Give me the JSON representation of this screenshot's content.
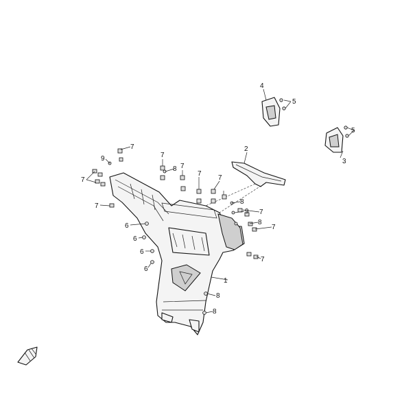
{
  "diagram": {
    "callouts": {
      "c1": "1",
      "c2": "2",
      "c3": "3",
      "c4": "4",
      "c5a": "5",
      "c5b": "5",
      "c6a": "6",
      "c6b": "6",
      "c6c": "6",
      "c6d": "6",
      "c7a": "7",
      "c7b": "7",
      "c7c": "7",
      "c7d": "7",
      "c7e": "7",
      "c7f": "7",
      "c7g": "7",
      "c7h": "7",
      "c7i": "7",
      "c7j": "7",
      "c8a": "8",
      "c8b": "8",
      "c8c": "8",
      "c8d": "8",
      "c8e": "8",
      "c9a": "9",
      "c9b": "9"
    },
    "icons": {
      "front_arrow": "front-direction-arrow-icon"
    }
  }
}
